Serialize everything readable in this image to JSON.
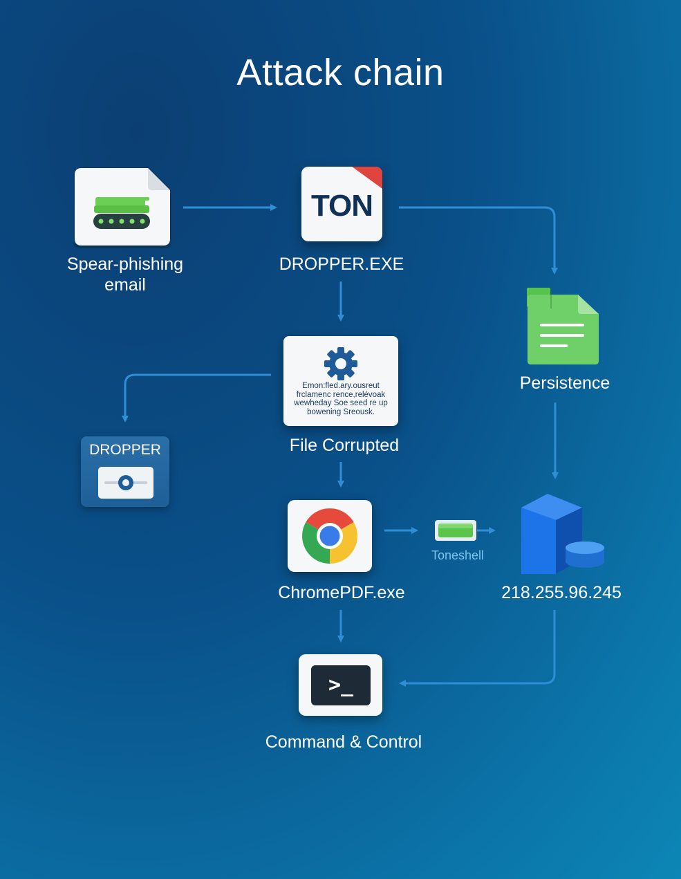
{
  "title": "Attack chain",
  "nodes": {
    "spear_phishing": {
      "label": "Spear-phishing\nemail"
    },
    "dropper_exe": {
      "label": "DROPPER.EXE",
      "icon_text": "TON"
    },
    "persistence": {
      "label": "Persistence"
    },
    "file_corrupted": {
      "label": "File Corrupted",
      "icon_text": "Emon:fled.ary.ousreut\nfrclamenc rence,relévoak\nwewheday Soe seed re up\nbowening Sreousk."
    },
    "dropper_box": {
      "label": "DROPPER"
    },
    "chromepdf": {
      "label": "ChromePDF.exe"
    },
    "toneshell": {
      "label": "Toneshell"
    },
    "ip_server": {
      "label": "218.255.96.245"
    },
    "c2": {
      "label": "Command & Control",
      "icon_text": ">_"
    }
  },
  "icons": {
    "spear_phishing": "tank-document-icon",
    "dropper_exe": "ton-document-icon",
    "persistence": "green-document-icon",
    "file_corrupted": "gear-document-icon",
    "dropper_box": "dropper-toggle-icon",
    "chromepdf": "chrome-icon",
    "toneshell": "green-module-icon",
    "ip_server": "server-database-icon",
    "c2": "terminal-icon"
  },
  "colors": {
    "arrow": "#2e8fd6",
    "green": "#5fc85a",
    "red_corner": "#e0443e",
    "server_blue": "#1c6fe0"
  }
}
